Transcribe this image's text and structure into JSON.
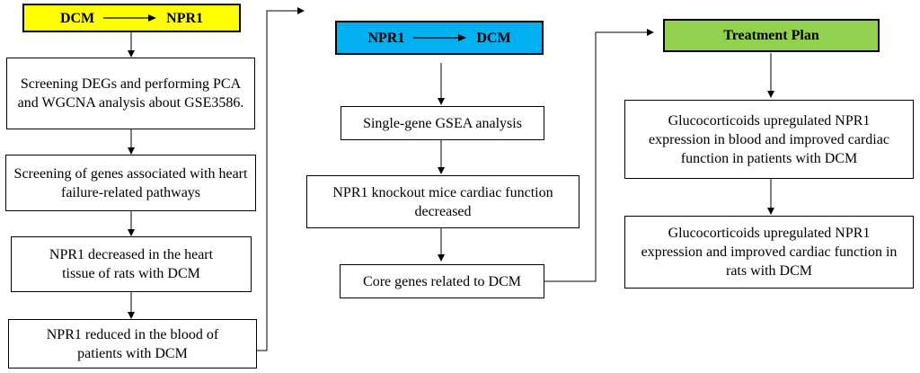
{
  "colors": {
    "header1": "#ffff00",
    "header2": "#00b0f0",
    "header3": "#92d050"
  },
  "column1": {
    "header": {
      "from": "DCM",
      "to": "NPR1"
    },
    "steps": [
      "Screening DEGs and performing PCA and WGCNA analysis about GSE3586.",
      "Screening of genes associated with heart failure-related pathways",
      "NPR1 decreased in the heart tissue of rats with DCM",
      "NPR1 reduced in the blood of patients with DCM"
    ]
  },
  "column2": {
    "header": {
      "from": "NPR1",
      "to": "DCM"
    },
    "steps": [
      "Single-gene GSEA analysis",
      "NPR1 knockout mice cardiac function decreased",
      "Core genes related to DCM"
    ]
  },
  "column3": {
    "header": "Treatment Plan",
    "steps": [
      "Glucocorticoids upregulated NPR1 expression in blood and improved cardiac function in patients with DCM",
      "Glucocorticoids upregulated NPR1 expression and improved cardiac function in rats with DCM"
    ]
  }
}
